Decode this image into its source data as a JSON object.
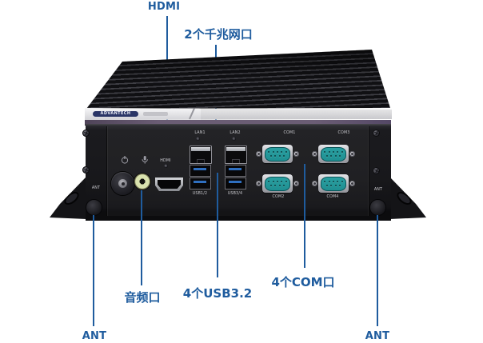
{
  "callouts": {
    "hdmi": "HDMI",
    "ethernet": "2个千兆网口",
    "audio": "音频口",
    "usb": "4个USB3.2",
    "com": "4个COM口",
    "ant_left": "ANT",
    "ant_right": "ANT"
  },
  "panel": {
    "ant_left": "ANT",
    "ant_right": "ANT",
    "hdmi": "HDMI",
    "lan1": "LAN1",
    "lan2": "LAN2",
    "usb12": "USB1/2",
    "usb34": "USB3/4",
    "com1": "COM1",
    "com2": "COM2",
    "com3": "COM3",
    "com4": "COM4"
  },
  "brand": {
    "logo": "ADVANTECH"
  },
  "device": {
    "com_pin_rows": [
      5,
      4
    ]
  },
  "colors": {
    "callout_blue": "#1f5c9e",
    "com_teal": "#1f8f92",
    "usb_blue": "#2f6fc0",
    "band_purple": "#6b5d75",
    "audio_jack": "#d9e2ae"
  }
}
